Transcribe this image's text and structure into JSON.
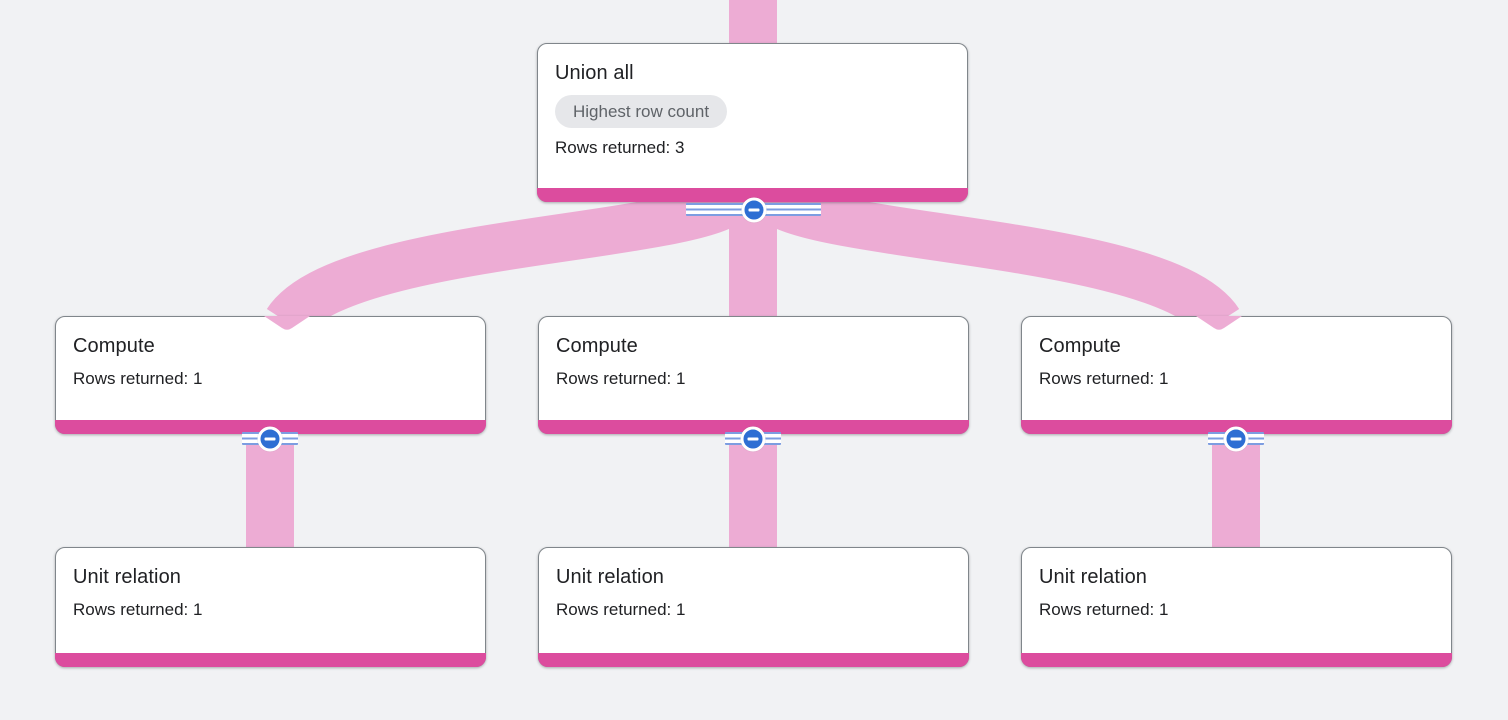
{
  "app": {
    "view": "query-execution-graph"
  },
  "colors": {
    "background": "#f1f2f4",
    "edge_pink": "#edacd4",
    "node_bar": "#dc4c9e",
    "node_border": "#80868b",
    "title_text": "#202124",
    "body_text": "#202124",
    "badge_bg": "#e6e7ea",
    "badge_text": "#5f6368",
    "collapse_blue": "#2e6ed3",
    "stripe_blue": "#7d9de1"
  },
  "icons": {
    "collapse": "minus-in-circle"
  },
  "graph": {
    "nodes": [
      {
        "id": "union-all",
        "title": "Union all",
        "badge": "Highest row count",
        "rows": "Rows returned: 3"
      },
      {
        "id": "compute-left",
        "title": "Compute",
        "rows": "Rows returned: 1"
      },
      {
        "id": "compute-middle",
        "title": "Compute",
        "rows": "Rows returned: 1"
      },
      {
        "id": "compute-right",
        "title": "Compute",
        "rows": "Rows returned: 1"
      },
      {
        "id": "unit-relation-left",
        "title": "Unit relation",
        "rows": "Rows returned: 1"
      },
      {
        "id": "unit-relation-middle",
        "title": "Unit relation",
        "rows": "Rows returned: 1"
      },
      {
        "id": "unit-relation-right",
        "title": "Unit relation",
        "rows": "Rows returned: 1"
      }
    ],
    "edges": [
      {
        "from": "parent-above-viewport",
        "to": "union-all"
      },
      {
        "from": "union-all",
        "to": "compute-left"
      },
      {
        "from": "union-all",
        "to": "compute-middle"
      },
      {
        "from": "union-all",
        "to": "compute-right"
      },
      {
        "from": "compute-left",
        "to": "unit-relation-left"
      },
      {
        "from": "compute-middle",
        "to": "unit-relation-middle"
      },
      {
        "from": "compute-right",
        "to": "unit-relation-right"
      }
    ]
  }
}
